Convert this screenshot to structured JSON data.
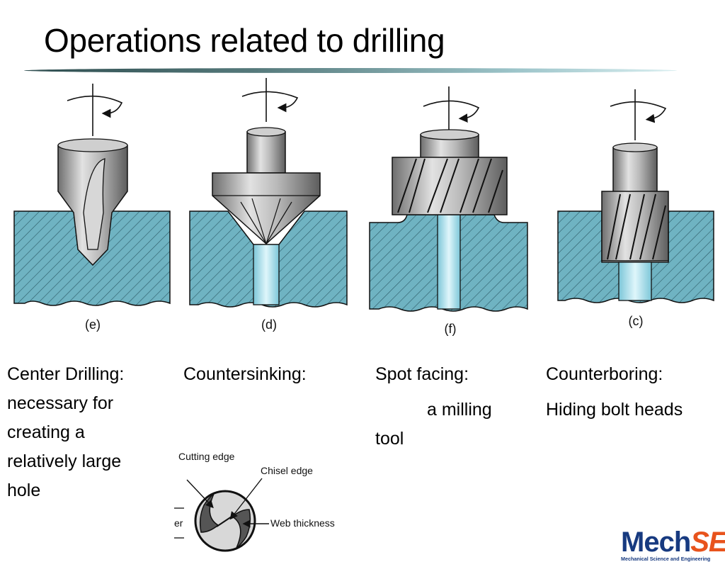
{
  "slide": {
    "title": "Operations related to drilling"
  },
  "figures": [
    {
      "caption": "(e)",
      "operation": "center drilling"
    },
    {
      "caption": "(d)",
      "operation": "countersinking"
    },
    {
      "caption": "(f)",
      "operation": "spot facing"
    },
    {
      "caption": "(c)",
      "operation": "counterboring"
    }
  ],
  "descriptions": {
    "center_drilling": {
      "heading": "Center Drilling:",
      "lines": [
        "necessary for",
        "creating a",
        "relatively large",
        "hole"
      ]
    },
    "countersinking": {
      "heading": "Countersinking:"
    },
    "spot_facing": {
      "heading": "Spot facing:",
      "line2": "a milling",
      "line3": "tool"
    },
    "counterboring": {
      "heading": "Counterboring:",
      "line2": "Hiding bolt heads"
    }
  },
  "drill_diagram": {
    "cutting_edge": "Cutting edge",
    "chisel_edge": "Chisel edge",
    "web_thickness": "Web thickness",
    "partial_label": "er"
  },
  "logo": {
    "mech": "Mech",
    "se": "SE",
    "subtitle": "Mechanical Science and Engineering",
    "colors": {
      "mech": "#173a80",
      "se": "#e8531c"
    }
  },
  "colors": {
    "workpiece": "#6fb3c2",
    "hole": "#bfe9f4",
    "tool_gray": "#9b9b9b"
  }
}
